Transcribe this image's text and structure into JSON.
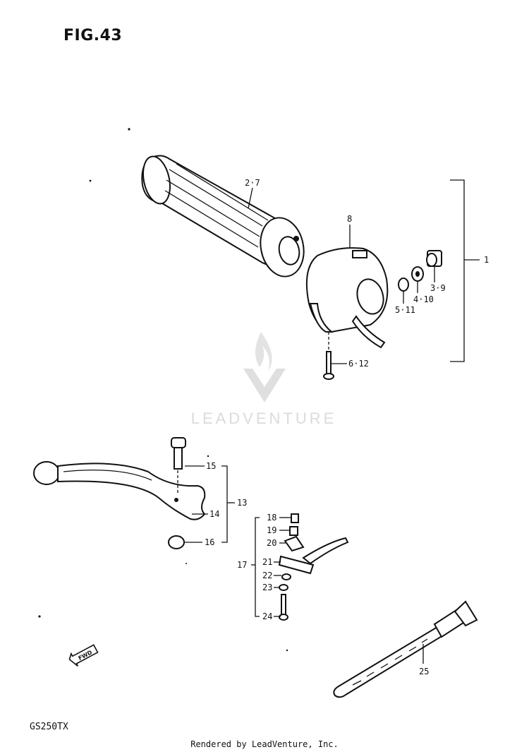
{
  "figure_title": "FIG.43",
  "model_code": "GS250TX",
  "footer": "Rendered by LeadVenture, Inc.",
  "watermark": "LEADVENTURE",
  "direction_mark": "FWD",
  "callouts": {
    "grip": "2·7",
    "housing": "8",
    "assembly": "1",
    "nut": "3·9",
    "washer": "4·10",
    "lock_washer": "5·11",
    "screw": "6·12",
    "bolt": "15",
    "lever_assy": "13",
    "lever": "14",
    "lever_nut": "16",
    "switch_assy": "17",
    "p18": "18",
    "p19": "19",
    "p20": "20",
    "p21": "21",
    "p22": "22",
    "p23": "23",
    "p24": "24",
    "strap": "25"
  },
  "colors": {
    "ink": "#111111",
    "watermark": "#d8d8d8"
  }
}
